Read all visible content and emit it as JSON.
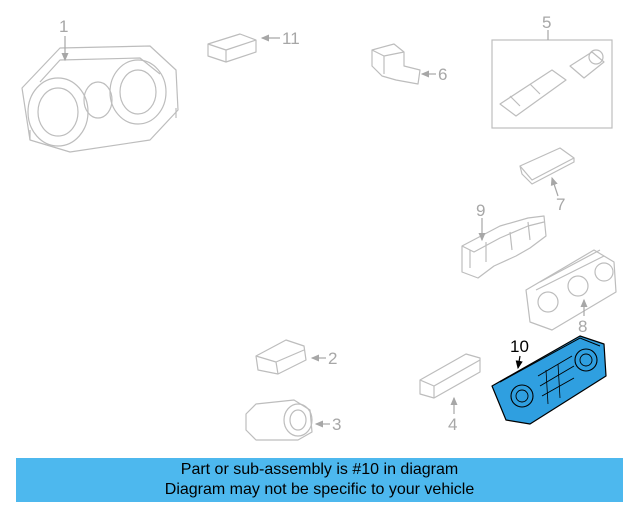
{
  "callouts": {
    "c1": "1",
    "c2": "2",
    "c3": "3",
    "c4": "4",
    "c5": "5",
    "c6": "6",
    "c7": "7",
    "c8": "8",
    "c9": "9",
    "c10": "10",
    "c11": "11"
  },
  "highlight_color": "#2f9fe0",
  "banner": {
    "line1": "Part or sub-assembly is #10 in diagram",
    "line2": "Diagram may not be specific to your vehicle",
    "color": "#4db8ee"
  }
}
